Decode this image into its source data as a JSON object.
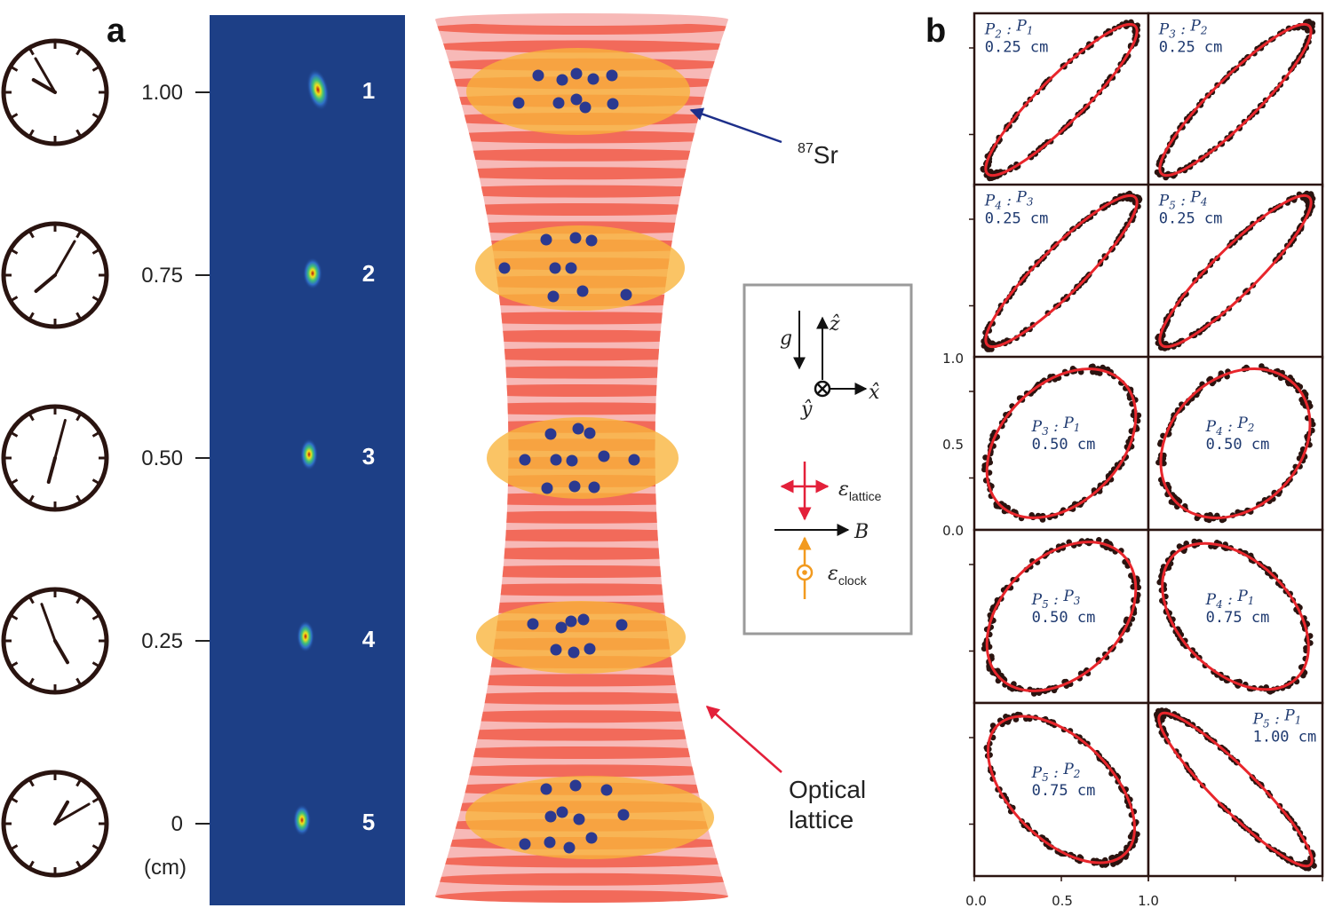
{
  "panel_a": {
    "letter": "a",
    "height_ticks": [
      "1.00",
      "0.75",
      "0.50",
      "0.25",
      "0"
    ],
    "unit": "(cm)",
    "cloud_indices": [
      "1",
      "2",
      "3",
      "4",
      "5"
    ],
    "sr_label_sup": "87",
    "sr_label": "Sr",
    "lattice_label_line1": "Optical",
    "lattice_label_line2": "lattice",
    "legend": {
      "g": "g",
      "z": "ẑ",
      "x": "x̂",
      "y": "ŷ",
      "eps_lattice": "ε",
      "eps_lattice_sub": "lattice",
      "b": "B",
      "eps_clock": "ε",
      "eps_clock_sub": "clock"
    },
    "colors": {
      "cmap_bg": "#1d3f86",
      "lattice_light": "#f7b9b7",
      "lattice_band": "#f26a5a",
      "cloud": "#f9b43a",
      "atom": "#2b3990",
      "lattice_arrow": "#e3203a",
      "sr_arrow": "#1d2f8a"
    }
  },
  "panel_b": {
    "letter": "b",
    "y_ticks": [
      "1.0",
      "0.5",
      "0.0"
    ],
    "x_ticks": [
      "0.0",
      "0.5",
      "1.0"
    ],
    "colors": {
      "fit": "#e8262c",
      "data": "#2a1410",
      "label": "#1f3a70"
    },
    "cells": [
      {
        "a": "P",
        "an": "2",
        "b": "P",
        "bn": "1",
        "dist": "0.25 cm"
      },
      {
        "a": "P",
        "an": "3",
        "b": "P",
        "bn": "2",
        "dist": "0.25 cm"
      },
      {
        "a": "P",
        "an": "4",
        "b": "P",
        "bn": "3",
        "dist": "0.25 cm"
      },
      {
        "a": "P",
        "an": "5",
        "b": "P",
        "bn": "4",
        "dist": "0.25 cm"
      },
      {
        "a": "P",
        "an": "3",
        "b": "P",
        "bn": "1",
        "dist": "0.50 cm"
      },
      {
        "a": "P",
        "an": "4",
        "b": "P",
        "bn": "2",
        "dist": "0.50 cm"
      },
      {
        "a": "P",
        "an": "5",
        "b": "P",
        "bn": "3",
        "dist": "0.50 cm"
      },
      {
        "a": "P",
        "an": "4",
        "b": "P",
        "bn": "1",
        "dist": "0.75 cm"
      },
      {
        "a": "P",
        "an": "5",
        "b": "P",
        "bn": "2",
        "dist": "0.75 cm"
      },
      {
        "a": "P",
        "an": "5",
        "b": "P",
        "bn": "1",
        "dist": "1.00 cm"
      }
    ]
  }
}
